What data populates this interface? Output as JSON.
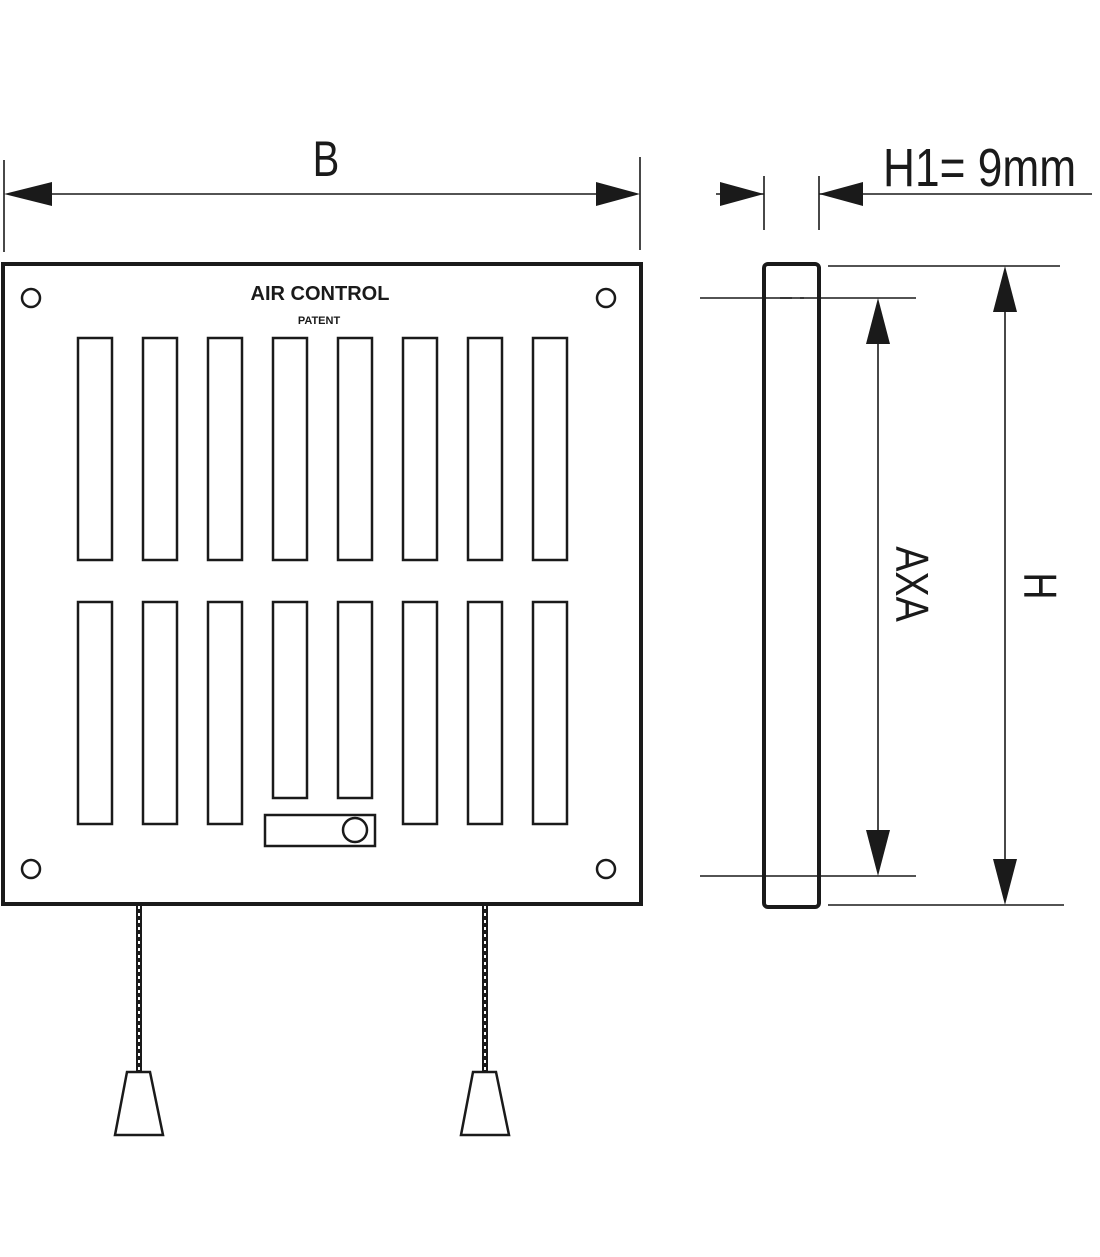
{
  "front_view": {
    "brand_label": "AIR CONTROL",
    "patent_label": "PATENT",
    "width_label": "B",
    "top_slot_count": 8,
    "bottom_slot_count": 8
  },
  "side_view": {
    "depth_label": "H1= 9mm",
    "hole_spacing_label": "AXA",
    "height_label": "H"
  },
  "colors": {
    "line": "#1a1a1a",
    "background": "#ffffff"
  }
}
